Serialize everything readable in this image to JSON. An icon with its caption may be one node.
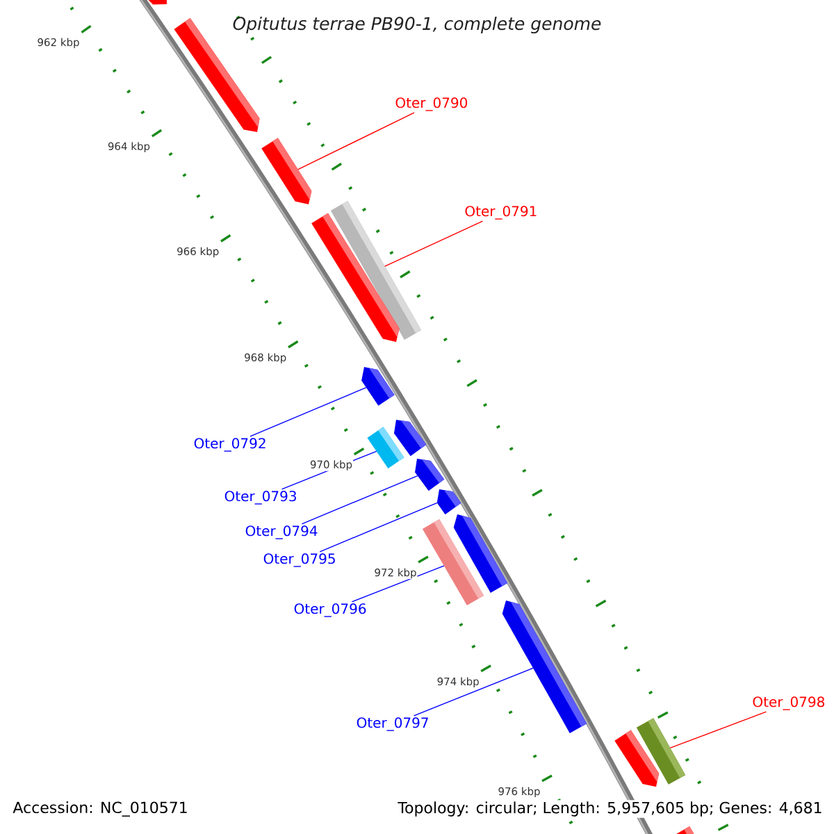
{
  "diagram": {
    "title": "Opitutus terrae PB90-1, complete genome",
    "nodes": [
      {
        "text": [
          "Oter_0790"
        ]
      },
      {
        "text": [],
        "shape": "arrow"
      },
      {
        "text": [
          "Oter_0791"
        ]
      },
      {
        "text": [],
        "shape": "bar"
      },
      {
        "text": [
          "Oter_0792"
        ]
      },
      {
        "text": [],
        "shape": "arrow"
      },
      {
        "text": [
          "Oter_0793"
        ]
      },
      {
        "text": [],
        "shape": "bar"
      },
      {
        "text": [
          "Oter_0794"
        ]
      },
      {
        "text": [],
        "shape": "arrow"
      },
      {
        "text": [
          "Oter_0795"
        ]
      },
      {
        "text": [],
        "shape": "arrow"
      },
      {
        "text": [
          "Oter_0796"
        ]
      },
      {
        "text": [],
        "shape": "bar"
      },
      {
        "text": [
          "Oter_0797"
        ]
      },
      {
        "text": [],
        "shape": "arrow"
      },
      {
        "text": [
          "Oter_0798"
        ]
      },
      {
        "text": [],
        "shape": "bar"
      },
      {
        "text": [],
        "shape": "arrow"
      },
      {
        "text": [],
        "shape": "arrow"
      },
      {
        "text": [],
        "shape": "arrow"
      },
      {
        "text": [],
        "shape": "arrow"
      },
      {
        "text": [],
        "shape": "arrow"
      },
      {
        "text": [],
        "shape": "arrow"
      },
      {
        "text": [],
        "shape": "arrow"
      }
    ],
    "edges": [
      {
        "from": 0,
        "to": 1,
        "arrow": "none",
        "color": "#ff0000"
      },
      {
        "from": 2,
        "to": 3,
        "arrow": "none",
        "color": "#ff0000"
      },
      {
        "from": 4,
        "to": 5,
        "arrow": "none"
      },
      {
        "from": 6,
        "to": 7,
        "arrow": "none"
      },
      {
        "from": 8,
        "to": 9,
        "arrow": "none"
      },
      {
        "from": 10,
        "to": 11,
        "arrow": "none"
      },
      {
        "from": 12,
        "to": 13,
        "arrow": "none"
      },
      {
        "from": 14,
        "to": 15,
        "arrow": "none"
      },
      {
        "from": 16,
        "to": 17,
        "arrow": "none",
        "color": "#ff0000"
      }
    ],
    "labels": [
      "962 kbp",
      "964 kbp",
      "966 kbp",
      "968 kbp",
      "970 kbp",
      "972 kbp",
      "974 kbp",
      "976 kbp",
      "Accession: NC_010571",
      "Topology: circular; Length: 5,957,605 bp; Genes: 4,681"
    ]
  }
}
